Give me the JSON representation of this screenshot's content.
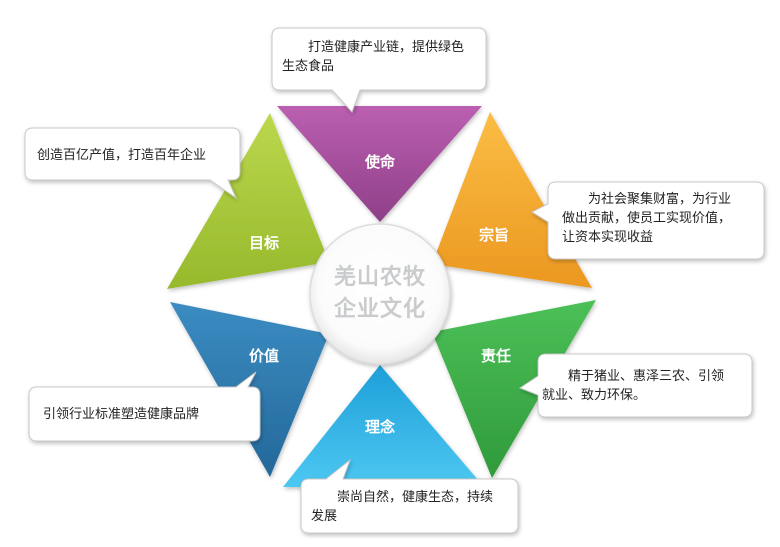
{
  "center": {
    "line1": "羌山农牧",
    "line2": "企业文化"
  },
  "segments": {
    "mission": {
      "label": "使命",
      "color": "#a64d9c",
      "text_line1": "打造健康产业链，提供绿色",
      "text_line2": "生态食品"
    },
    "purpose": {
      "label": "宗旨",
      "color": "#f5a72a",
      "text_line1": "为社会聚集财富，为行业",
      "text_line2": "做出贡献，使员工实现价值，",
      "text_line3": "让资本实现收益"
    },
    "responsibility": {
      "label": "责任",
      "color": "#3fae4a",
      "text_line1": "精于猪业、惠泽三农、引领",
      "text_line2": "就业、致力环保。"
    },
    "philosophy": {
      "label": "理念",
      "color": "#30b4e6",
      "text_line1": "崇尚自然，健康生态，持续",
      "text_line2": "发展"
    },
    "values": {
      "label": "价值",
      "color": "#2f7db3",
      "text_line1": "引领行业标准塑造健康品牌"
    },
    "goal": {
      "label": "目标",
      "color": "#a9c93a",
      "text_line1": "创造百亿产值，打造百年企业"
    }
  }
}
